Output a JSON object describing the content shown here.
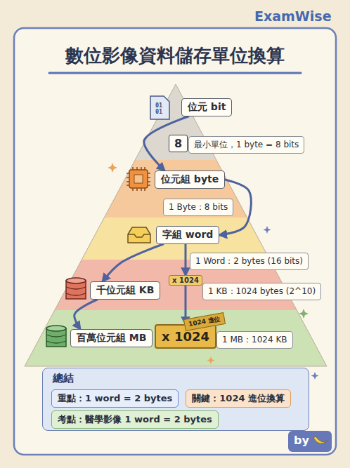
{
  "diagram": {
    "title": "數位影像資料儲存單位換算",
    "nodes": [
      {
        "text": [
          "位元 bit"
        ]
      },
      {
        "text": [
          "8"
        ]
      },
      {
        "text": [
          "最小單位，1 byte = 8 bits"
        ]
      },
      {
        "text": [
          "位元組 byte"
        ]
      },
      {
        "text": [
          "1 Byte：8 bits"
        ]
      },
      {
        "text": [
          "字組 word"
        ]
      },
      {
        "text": [
          "1 Word：2 bytes (16 bits)"
        ]
      },
      {
        "text": [
          "千位元組 KB"
        ]
      },
      {
        "text": [
          "x 1024"
        ]
      },
      {
        "text": [
          "1 KB：1024 bytes (2^10)"
        ]
      },
      {
        "text": [
          "百萬位元組 MB"
        ]
      },
      {
        "text": [
          "x 1024"
        ]
      },
      {
        "text": [
          "1024 進位"
        ]
      },
      {
        "text": [
          "1 MB：1024 KB"
        ]
      },
      {
        "text": [
          "總結"
        ]
      },
      {
        "text": [
          "重點：1 word = 2 bytes"
        ],
        "in": 14
      },
      {
        "text": [
          "關鍵：1024 進位換算"
        ],
        "in": 14
      },
      {
        "text": [
          "考點：醫學影像 1 word = 2 bytes"
        ],
        "in": 14
      },
      {
        "text": [
          "by"
        ]
      }
    ],
    "edges": [
      {
        "from": 0,
        "to": 3,
        "arrow": "to"
      },
      {
        "from": 3,
        "to": 5,
        "arrow": "to"
      },
      {
        "from": 5,
        "to": 7,
        "arrow": "to"
      },
      {
        "from": 5,
        "to": 8,
        "arrow": "to"
      },
      {
        "from": 8,
        "to": 11,
        "arrow": "to"
      },
      {
        "from": 7,
        "to": 10,
        "arrow": "to"
      }
    ],
    "labels": [
      "ExamWise",
      "01 01"
    ]
  }
}
